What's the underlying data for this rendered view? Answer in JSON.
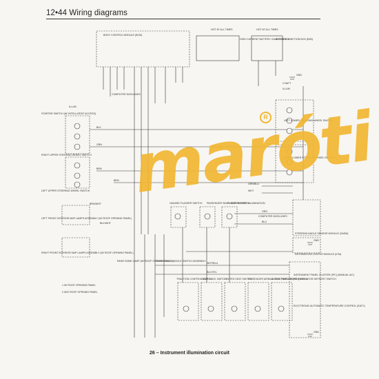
{
  "header": {
    "text": "12•44  Wiring diagrams"
  },
  "caption": "26 – Instrument illumination circuit",
  "watermark": {
    "text": "maróti",
    "mark": "R",
    "color": "#f2b632"
  },
  "labels": {
    "bcm": "BODY CONTROL MODULE (BCM)",
    "hot1": "HOT AT ALL TIMES",
    "hot2": "HOT AT ALL TIMES",
    "hcb": "HIGH CURRENT BATTERY JUNCTION BOX",
    "bjb": "BATTERY JUNCTION BOX (BJB)",
    "computer_top": "COMPUTER DATA LINES",
    "illum": "ILLUM",
    "starter": "STARTER SWITCH (W/ INTELLIGENT ACCESS)",
    "right_upper": "RIGHT UPPER STEERING WHEEL SWITCH",
    "left_upper": "LEFT UPPER STEERING WHEEL SWITCH",
    "left_front_map": "LEFT FRONT INTERIOR MAP LAMPS ASSEMBLY (W/ ROOF OPENING PANEL)",
    "right_front_map": "RIGHT FRONT INTERIOR MAP LAMPS ASSEMBLY (W/ ROOF OPENING PANEL)",
    "left_lower_right": "LEFT LOWER STEERING WHEEL SWITCH",
    "right_lower": "RIGHT LOWER STEERING WHEEL SWITCH",
    "computer_mid": "COMPUTER DATA LINES",
    "hazard": "HAZARD FLASHER SWITCH",
    "passenger_seat": "PASSENGER SEAT HEATER SWITCH",
    "floor_shifter": "FLOOR SHIFTER ILLUMINATION",
    "sccm": "STEERING ANGLE SENSOR MODULE (SASM)",
    "info_center": "INFORMATION CENTER MODULE (ICM)",
    "rear_dome": "REAR DOME LAMP (W/ ROOF OPENING PANEL)",
    "overhead": "OVERHEAD CONSOLE SWITCH ASSEMBLY",
    "traction": "TRACTION CONTROL SWITCH",
    "door_lock": "DOOR LOCK SWITCH",
    "heated_seat": "HEATED SEAT SWITCH",
    "passenger_airbag": "PASSENGER AIRBAG DEACTIVATION (PAD) INDICATOR DEFROST SWITCH",
    "active_park": "ACTIVE PARK ASSIST SWITCH",
    "ipc": "INSTRUMENT PANEL CLUSTER (IPC) (MANUAL A/C)",
    "eatc": "ELECTRONIC AUTOMATIC TEMPERATURE CONTROL (EATC)",
    "note1": "1  W/ ROOF OPENING PANEL",
    "note2": "2  W/O ROOF OPENING PANEL",
    "gnd1": "GND",
    "gnd2": "GND",
    "gnd3": "GND",
    "batt": "V BATT",
    "illum2": "ILLUM"
  },
  "wires": {
    "blk": "BLK",
    "grn": "GRN",
    "brn": "BRN",
    "wht": "WHT",
    "blu": "BLU",
    "org": "ORG",
    "brnwht": "BRN/WHT",
    "blkwht": "BLK/WHT",
    "grnblu": "GRN/BLU",
    "wht2": "WHT/BLU",
    "blk2": "BLK/YEL"
  }
}
